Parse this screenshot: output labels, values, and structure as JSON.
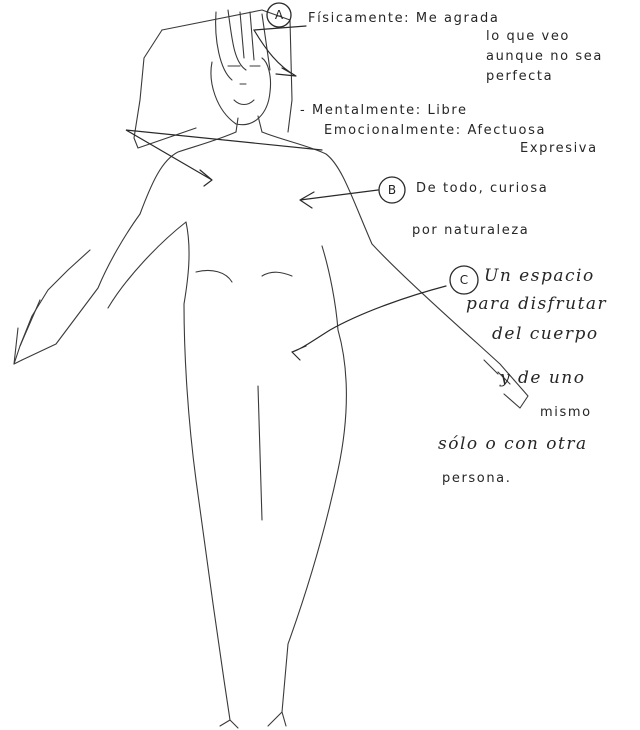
{
  "annotations": {
    "a": {
      "badge": "A",
      "line1": "Físicamente: Me agrada",
      "line2": "lo que veo",
      "line3": "aunque no sea",
      "line4": "perfecta",
      "mental": "- Mentalmente: Libre",
      "emotional": "Emocionalmente: Afectuosa",
      "emotional2": "Expresiva"
    },
    "b": {
      "badge": "B",
      "line1": "De todo, curiosa",
      "line2": "por naturaleza"
    },
    "c": {
      "badge": "C",
      "line1": "Un espacio",
      "line2": "para disfrutar",
      "line3": "del cuerpo",
      "line4": "y de uno",
      "line5": "mismo",
      "line6": "sólo o con otra",
      "line7": "persona."
    }
  }
}
